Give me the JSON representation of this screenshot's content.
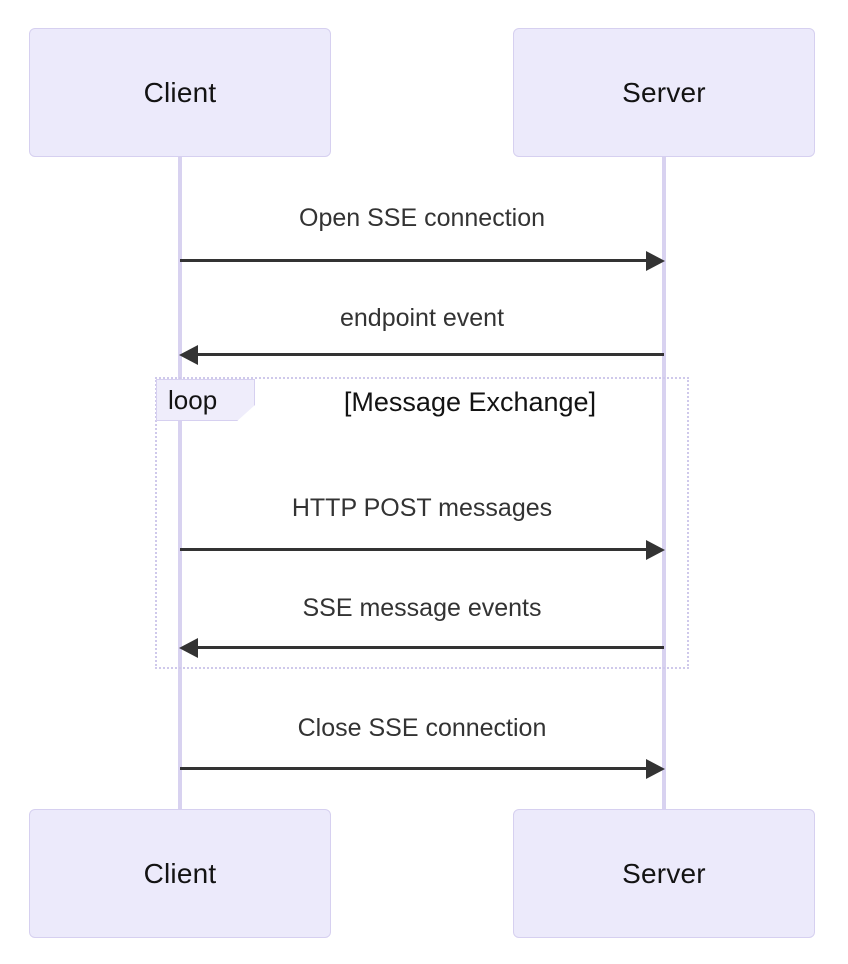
{
  "diagram": {
    "type": "sequence-diagram",
    "background_color": "#ffffff",
    "participants": [
      {
        "id": "client",
        "label": "Client",
        "lifeline_color": "#D8D2F0",
        "box_fill": "#ECEAFB",
        "box_border": "#D6D0F0"
      },
      {
        "id": "server",
        "label": "Server",
        "lifeline_color": "#D8D2F0",
        "box_fill": "#ECEAFB",
        "box_border": "#D6D0F0"
      }
    ],
    "participants_bottom": [
      {
        "id": "client",
        "label": "Client"
      },
      {
        "id": "server",
        "label": "Server"
      }
    ],
    "messages": [
      {
        "index": 0,
        "label": "Open SSE connection",
        "from": "client",
        "to": "server",
        "direction": "right",
        "line": "solid",
        "arrow": "filled"
      },
      {
        "index": 1,
        "label": "endpoint event",
        "from": "server",
        "to": "client",
        "direction": "left",
        "line": "solid",
        "arrow": "filled"
      },
      {
        "index": 2,
        "label": "HTTP POST messages",
        "from": "client",
        "to": "server",
        "direction": "right",
        "line": "solid",
        "arrow": "filled"
      },
      {
        "index": 3,
        "label": "SSE message events",
        "from": "server",
        "to": "client",
        "direction": "left",
        "line": "solid",
        "arrow": "filled"
      },
      {
        "index": 4,
        "label": "Close SSE connection",
        "from": "client",
        "to": "server",
        "direction": "right",
        "line": "solid",
        "arrow": "filled"
      }
    ],
    "fragment": {
      "kind": "loop",
      "tag_label": "loop",
      "title": "[Message Exchange]",
      "border_style": "dotted",
      "border_color": "#CFC9EB",
      "tag_fill": "#EFEDFB",
      "contains_message_indices": [
        2,
        3
      ]
    }
  }
}
